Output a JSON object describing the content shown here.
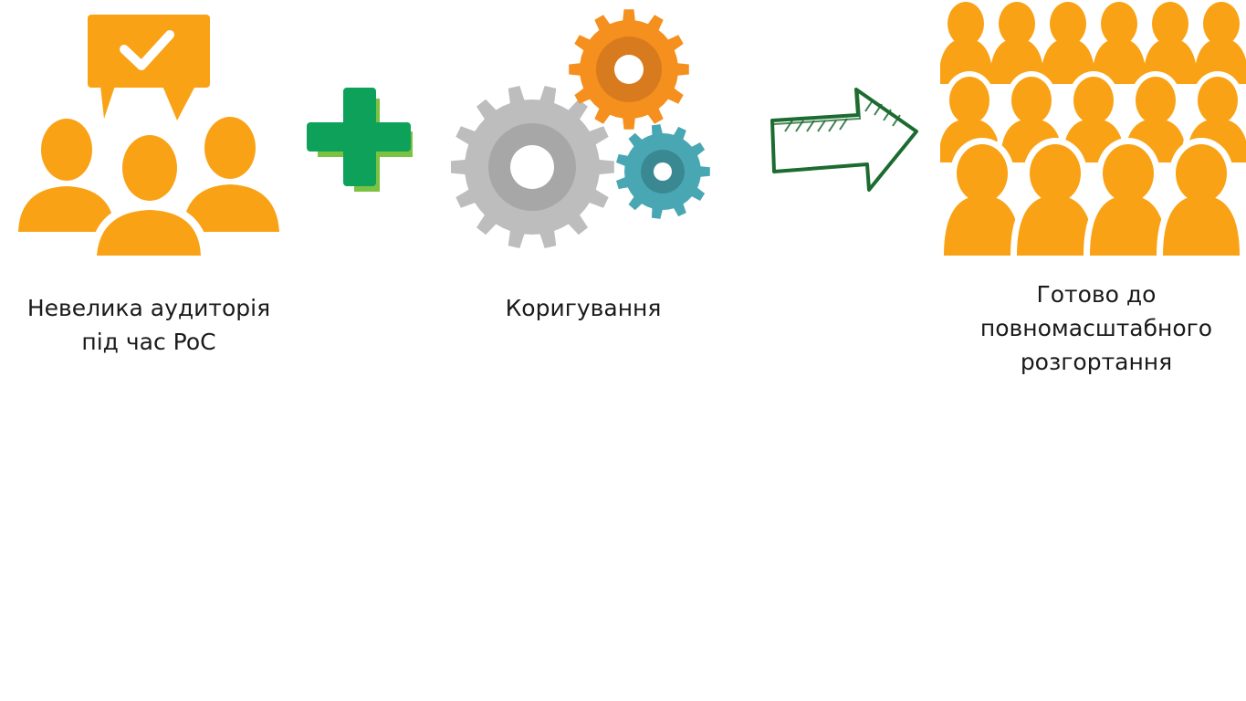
{
  "colors": {
    "orange": "#F9A215",
    "green_plus": "#0DA15A",
    "green_shadow": "#7CC242",
    "gear_gray": "#BDBDBD",
    "gear_gray_dark": "#A7A7A7",
    "gear_orange": "#F5901E",
    "gear_orange_dark": "#D77B1E",
    "gear_teal": "#49A7B3",
    "gear_teal_dark": "#3A8992",
    "arrow_green": "#1C6B30",
    "text": "#1a1a1a"
  },
  "icons": {
    "small_audience": "audience-with-checkmark-icon",
    "plus": "plus-icon",
    "gears": "gears-icon",
    "arrow": "arrow-right-icon",
    "crowd": "crowd-icon"
  },
  "steps": [
    {
      "caption_lines": [
        "Невелика аудиторія",
        "під час PoC"
      ]
    },
    {
      "caption_lines": [
        "Коригування"
      ]
    },
    {
      "caption_lines": [
        "Готово до",
        "повномасштабного",
        "розгортання"
      ]
    }
  ]
}
